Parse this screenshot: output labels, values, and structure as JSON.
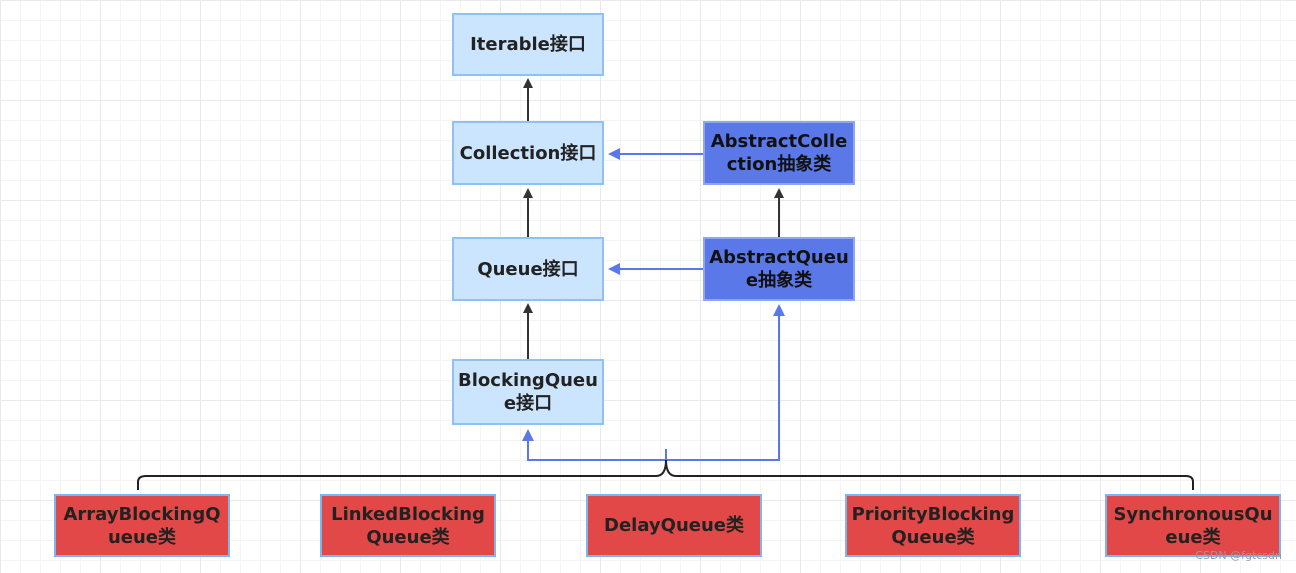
{
  "nodes": {
    "iterable": "Iterable接口",
    "collection": "Collection接口",
    "queue": "Queue接口",
    "blocking_queue": "BlockingQueue接口",
    "abstract_collection": "AbstractCollection抽象类",
    "abstract_queue": "AbstractQueue抽象类",
    "array_blocking_queue": "ArrayBlockingQueue类",
    "linked_blocking_queue": "LinkedBlockingQueue类",
    "delay_queue": "DelayQueue类",
    "priority_blocking_queue": "PriorityBlockingQueue类",
    "synchronous_queue": "SynchronousQueue类"
  },
  "watermark": "CSDN @fgtcsdn",
  "colors": {
    "interface_fill": "#cce5ff",
    "abstract_fill": "#5b78e8",
    "class_fill": "#e34848",
    "inherit_arrow": "#333333",
    "implement_arrow": "#5b78e8"
  }
}
